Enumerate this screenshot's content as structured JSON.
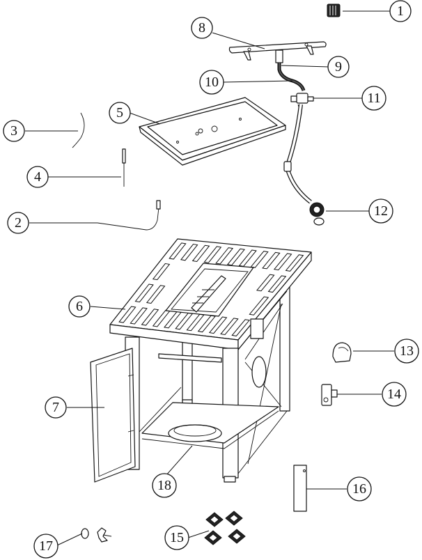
{
  "callouts": [
    {
      "id": "c1",
      "label": "1"
    },
    {
      "id": "c2",
      "label": "2"
    },
    {
      "id": "c3",
      "label": "3"
    },
    {
      "id": "c4",
      "label": "4"
    },
    {
      "id": "c5",
      "label": "5"
    },
    {
      "id": "c6",
      "label": "6"
    },
    {
      "id": "c7",
      "label": "7"
    },
    {
      "id": "c8",
      "label": "8"
    },
    {
      "id": "c9",
      "label": "9"
    },
    {
      "id": "c10",
      "label": "10"
    },
    {
      "id": "c11",
      "label": "11"
    },
    {
      "id": "c12",
      "label": "12"
    },
    {
      "id": "c13",
      "label": "13"
    },
    {
      "id": "c14",
      "label": "14"
    },
    {
      "id": "c15",
      "label": "15"
    },
    {
      "id": "c16",
      "label": "16"
    },
    {
      "id": "c17",
      "label": "17"
    },
    {
      "id": "c18",
      "label": "18"
    }
  ],
  "colors": {
    "line": "#111111",
    "background": "#ffffff"
  }
}
